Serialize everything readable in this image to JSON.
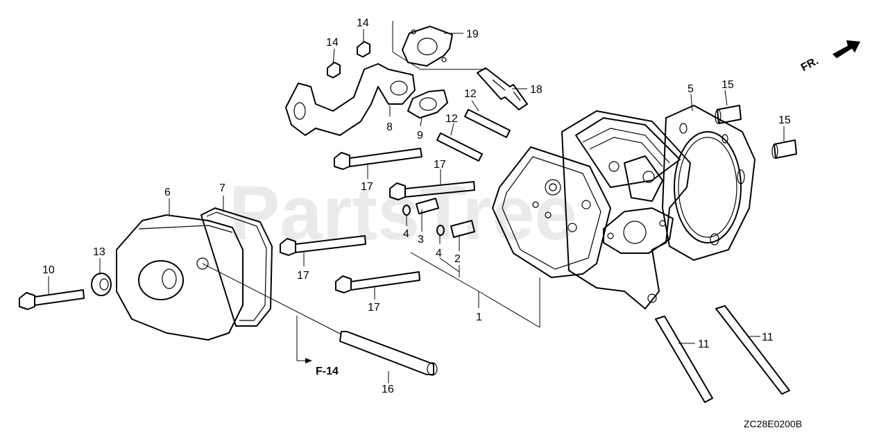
{
  "watermark": "PartsTree",
  "direction_label": "FR.",
  "reference_label": "F-14",
  "drawing_code": "ZC28E0200B",
  "callouts": [
    {
      "id": "c1",
      "label": "1"
    },
    {
      "id": "c2",
      "label": "2"
    },
    {
      "id": "c3",
      "label": "3"
    },
    {
      "id": "c4a",
      "label": "4"
    },
    {
      "id": "c4b",
      "label": "4"
    },
    {
      "id": "c5",
      "label": "5"
    },
    {
      "id": "c6",
      "label": "6"
    },
    {
      "id": "c7",
      "label": "7"
    },
    {
      "id": "c8",
      "label": "8"
    },
    {
      "id": "c9",
      "label": "9"
    },
    {
      "id": "c10",
      "label": "10"
    },
    {
      "id": "c11a",
      "label": "11"
    },
    {
      "id": "c11b",
      "label": "11"
    },
    {
      "id": "c12a",
      "label": "12"
    },
    {
      "id": "c12b",
      "label": "12"
    },
    {
      "id": "c13",
      "label": "13"
    },
    {
      "id": "c14a",
      "label": "14"
    },
    {
      "id": "c14b",
      "label": "14"
    },
    {
      "id": "c15a",
      "label": "15"
    },
    {
      "id": "c15b",
      "label": "15"
    },
    {
      "id": "c16",
      "label": "16"
    },
    {
      "id": "c17a",
      "label": "17"
    },
    {
      "id": "c17b",
      "label": "17"
    },
    {
      "id": "c17c",
      "label": "17"
    },
    {
      "id": "c17d",
      "label": "17"
    },
    {
      "id": "c18",
      "label": "18"
    },
    {
      "id": "c19",
      "label": "19"
    }
  ]
}
